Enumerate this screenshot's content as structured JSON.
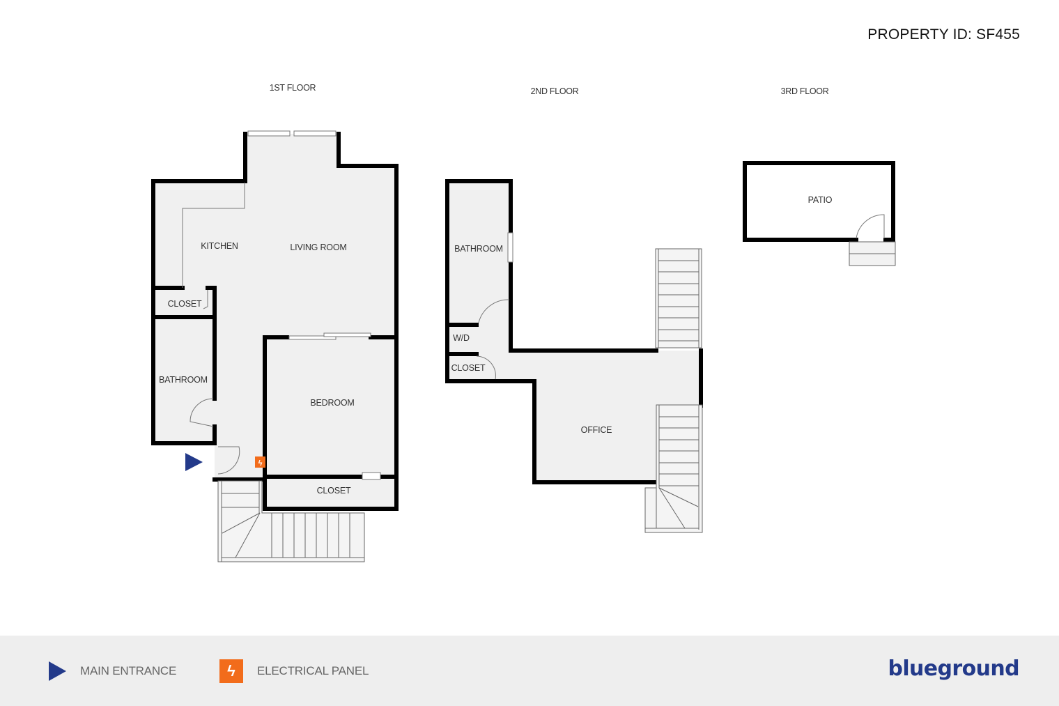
{
  "header": {
    "property_id": "PROPERTY ID: SF455"
  },
  "floors": [
    {
      "title": "1ST FLOOR",
      "rooms": [
        "KITCHEN",
        "LIVING ROOM",
        "CLOSET",
        "BATHROOM",
        "BEDROOM",
        "CLOSET"
      ]
    },
    {
      "title": "2ND FLOOR",
      "rooms": [
        "BATHROOM",
        "W/D",
        "CLOSET",
        "OFFICE"
      ]
    },
    {
      "title": "3RD FLOOR",
      "rooms": [
        "PATIO"
      ]
    }
  ],
  "legend": {
    "items": [
      {
        "icon": "main-entrance-triangle-icon",
        "label": "MAIN ENTRANCE",
        "color": "#233a8a"
      },
      {
        "icon": "electrical-panel-bolt-icon",
        "label": "ELECTRICAL PANEL",
        "color": "#f26c1b",
        "glyph": "ϟ"
      }
    ]
  },
  "brand": {
    "name": "blueground",
    "color": "#233a8a"
  },
  "colors": {
    "wall": "#000000",
    "room_fill": "#f0f0f0",
    "footer_bg": "#eeeeee",
    "stair_line": "#666666"
  }
}
